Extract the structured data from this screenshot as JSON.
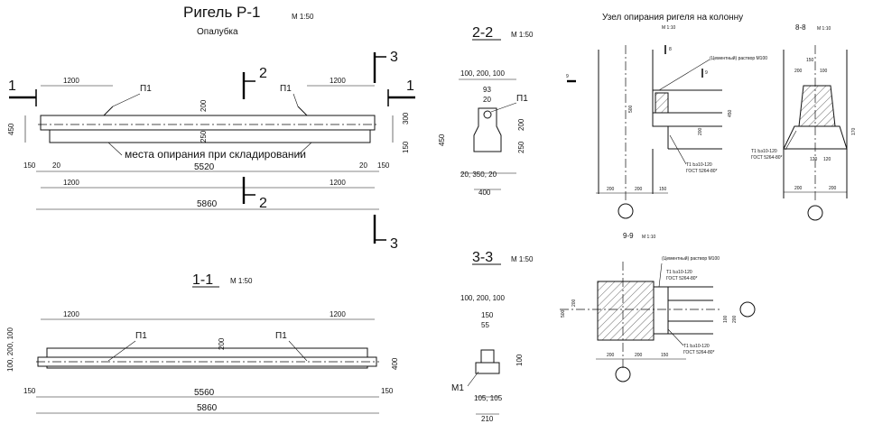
{
  "main": {
    "title": "Ригель Р-1",
    "scale": "М 1:50",
    "subtitle": "Опалубка",
    "note": "места опирания при складировании",
    "section_marks": [
      "1",
      "2",
      "3"
    ],
    "mark_p1": "П1",
    "dims": {
      "d1200": "1200",
      "d200": "200",
      "d450": "450",
      "d300": "300",
      "d150": "150",
      "d20": "20",
      "d5520": "5520",
      "d5860": "5860",
      "d250": "250"
    }
  },
  "section11": {
    "title": "1-1",
    "scale": "М 1:50",
    "dims": {
      "d1200": "1200",
      "d200": "200",
      "d100": "100",
      "d100_200": "100, 200, 100",
      "d400": "400",
      "d150": "150",
      "d5560": "5560",
      "d5860": "5860"
    }
  },
  "section22": {
    "title": "2-2",
    "scale": "М 1:50",
    "dims": {
      "top": "100, 200, 100",
      "d93": "93",
      "d20": "20",
      "d200": "200",
      "d250": "250",
      "d450": "450",
      "bottom": "20, 350, 20",
      "d400": "400"
    },
    "mark_p1": "П1"
  },
  "section33": {
    "title": "3-3",
    "scale": "М 1:50",
    "dims": {
      "top": "100, 200, 100",
      "d150": "150",
      "d55": "55",
      "d100": "100",
      "bottom": "105, 105",
      "d210": "210"
    },
    "mark_m1": "М1"
  },
  "node": {
    "title": "Узел опирания ригеля на колонну",
    "scale": "М 1:10",
    "mark_8": "8",
    "mark_9": "9",
    "label_weld": "(Цементный) раствор М100",
    "label_t1": "Т1 Ьэ10-120",
    "label_gost": "ГОСТ 5264-80*",
    "dims": [
      "200",
      "200",
      "150",
      "500",
      "200",
      "450"
    ]
  },
  "section88": {
    "title": "8-8",
    "scale": "М 1:10",
    "label_t1": "Т1 Ьэ10-120",
    "label_gost": "ГОСТ 5264-80*",
    "dims": [
      "150",
      "200",
      "100",
      "170",
      "200",
      "200",
      "120",
      "120"
    ]
  },
  "section99": {
    "title": "9-9",
    "scale": "М 1:10",
    "label_weld": "(Цементный) раствор М100",
    "label_t1": "Т1 Ьэ10-120",
    "label_gost": "ГОСТ 5264-80*",
    "label_t1b": "Т1 Ьэ10-120",
    "label_gostb": "ГОСТ 5264-80*",
    "dims": [
      "200",
      "200",
      "150",
      "200",
      "500",
      "100",
      "200"
    ]
  }
}
